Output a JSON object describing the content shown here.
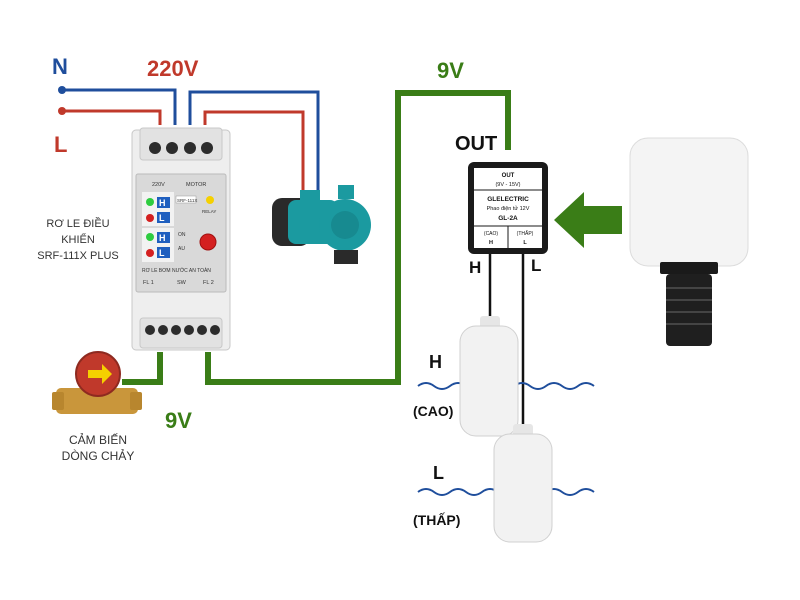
{
  "labels": {
    "n": "N",
    "l": "L",
    "v220": "220V",
    "v9_top": "9V",
    "v9_bottom": "9V",
    "out": "OUT",
    "relay_caption_1": "RƠ LE ĐIỀU",
    "relay_caption_2": "KHIỂN",
    "relay_caption_3": "SRF-111X PLUS",
    "flow_caption_1": "CẢM BIẾN",
    "flow_caption_2": "DÒNG CHẢY",
    "h_wire": "H",
    "l_wire": "L",
    "h_level": "H",
    "cao": "(CAO)",
    "l_level": "L",
    "thap": "(THẤP)"
  },
  "relay": {
    "label_220": "220V",
    "label_motor": "MOTOR",
    "h1": "H",
    "l1": "L",
    "h2": "H",
    "l2": "L",
    "model": "SRF-111X",
    "relay_led": "RELAY",
    "on": "ON",
    "au": "AU",
    "bottom_text": "RƠ LE BƠM NƯỚC AN TOÀN",
    "fl1": "FL 1",
    "sw": "SW",
    "fl2": "FL 2"
  },
  "controller": {
    "out_range_1": "OUT",
    "out_range_2": "(9V - 15V)",
    "brand": "GLELECTRIC",
    "desc": "Phao điện tử 12V",
    "model": "GL-2A",
    "cao": "(CAO)",
    "h": "H",
    "thap": "(THẤP)",
    "l": "L"
  },
  "colors": {
    "neutral_wire": "#1f4e9c",
    "line_wire": "#c0392b",
    "signal_wire": "#3a7d17",
    "led_green": "#2ecc40",
    "led_blue": "#1f5fbf",
    "led_red": "#d42020",
    "led_yellow": "#f5d000",
    "pump_body": "#1b9aa0",
    "flow_sensor": "#c0392b"
  }
}
